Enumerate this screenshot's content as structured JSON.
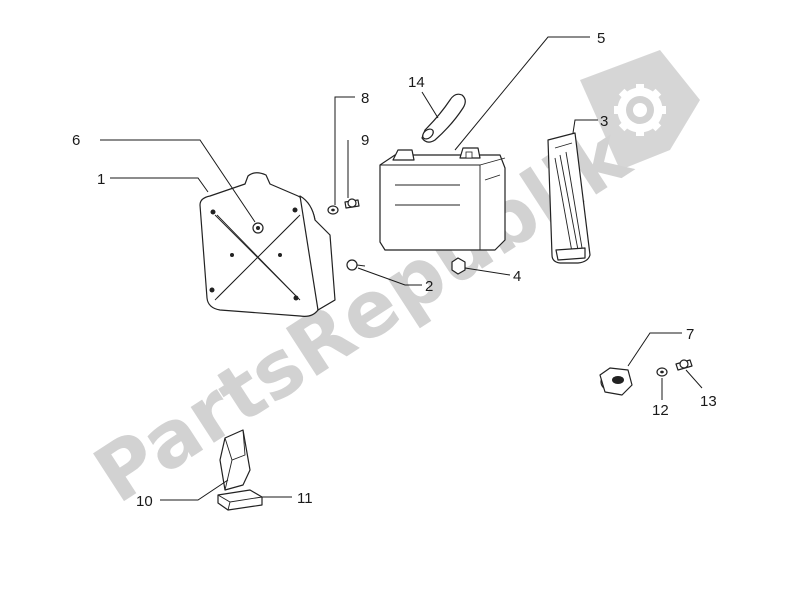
{
  "watermark": {
    "text": "PartsRepublik",
    "color": "#d2d2d2"
  },
  "callouts": [
    {
      "id": "1",
      "label": "1"
    },
    {
      "id": "2",
      "label": "2"
    },
    {
      "id": "3",
      "label": "3"
    },
    {
      "id": "4",
      "label": "4"
    },
    {
      "id": "5",
      "label": "5"
    },
    {
      "id": "6",
      "label": "6"
    },
    {
      "id": "7",
      "label": "7"
    },
    {
      "id": "8",
      "label": "8"
    },
    {
      "id": "9",
      "label": "9"
    },
    {
      "id": "10",
      "label": "10"
    },
    {
      "id": "11",
      "label": "11"
    },
    {
      "id": "12",
      "label": "12"
    },
    {
      "id": "13",
      "label": "13"
    },
    {
      "id": "14",
      "label": "14"
    }
  ],
  "colors": {
    "line": "#1a1a1a",
    "part_fill": "#ffffff",
    "watermark": "#d2d2d2"
  }
}
